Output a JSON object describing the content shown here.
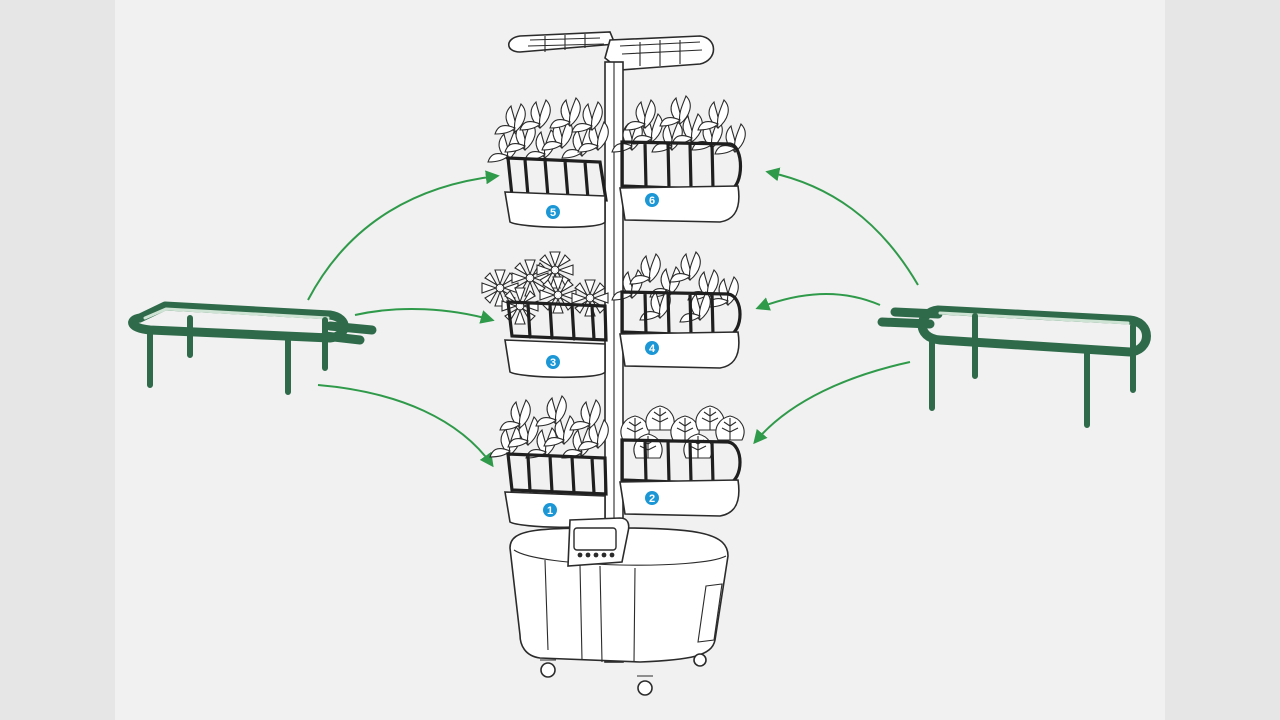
{
  "tiers": [
    {
      "number": "5",
      "side": "left",
      "level": "top"
    },
    {
      "number": "6",
      "side": "right",
      "level": "top"
    },
    {
      "number": "3",
      "side": "left",
      "level": "middle"
    },
    {
      "number": "4",
      "side": "right",
      "level": "middle"
    },
    {
      "number": "1",
      "side": "left",
      "level": "bottom"
    },
    {
      "number": "2",
      "side": "right",
      "level": "bottom"
    }
  ],
  "colors": {
    "frame": "#2f6b4a",
    "arrow": "#2f9a4a",
    "badge": "#1c97d6",
    "background": "#f1f1f1"
  }
}
